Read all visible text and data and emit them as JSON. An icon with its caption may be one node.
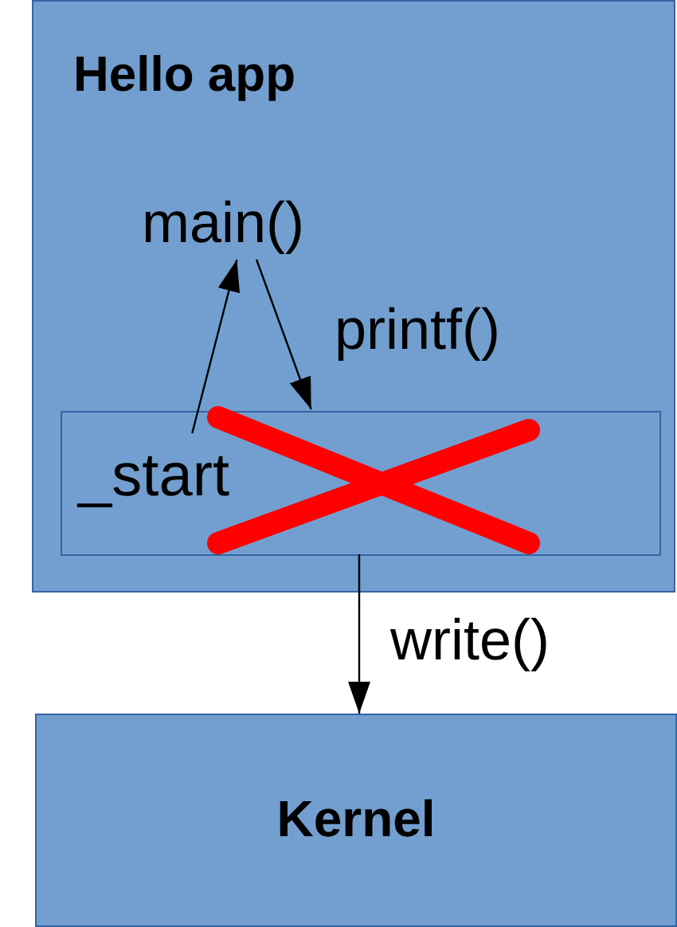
{
  "diagram": {
    "nodes": [
      {
        "text": [
          "Hello app"
        ]
      },
      {
        "text": [
          "main()"
        ],
        "in": 0
      },
      {
        "text": [],
        "shape": "box",
        "in": 0
      },
      {
        "text": [
          "_start"
        ],
        "in": 2
      },
      {
        "text": [
          "Kernel"
        ]
      }
    ],
    "edges": [
      {
        "from": 3,
        "to": 1,
        "arrow": "to"
      },
      {
        "from": 1,
        "to": 2,
        "arrow": "to",
        "label": "printf()"
      },
      {
        "from": 2,
        "to": 4,
        "arrow": "to",
        "label": "write()"
      }
    ]
  }
}
